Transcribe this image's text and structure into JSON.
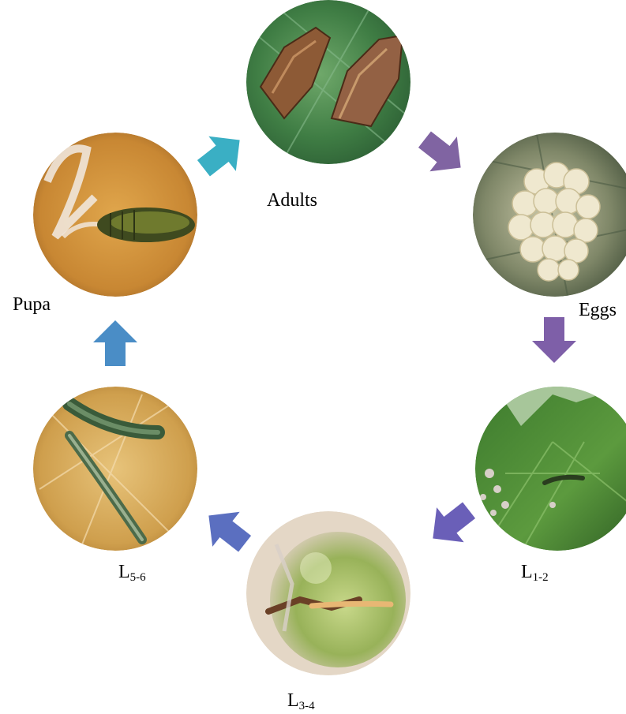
{
  "stages": [
    {
      "key": "adults",
      "label": "Adults",
      "sub": "",
      "photo": "moth-adults-on-leaf"
    },
    {
      "key": "eggs",
      "label": "Eggs",
      "sub": "",
      "photo": "egg-cluster-on-leaf"
    },
    {
      "key": "l12",
      "label": "L",
      "sub": "1-2",
      "photo": "young-larva-on-grape-leaf"
    },
    {
      "key": "l34",
      "label": "L",
      "sub": "3-4",
      "photo": "larva-on-green-grape-berry"
    },
    {
      "key": "l56",
      "label": "L",
      "sub": "5-6",
      "photo": "mature-larvae-on-leaf"
    },
    {
      "key": "pupa",
      "label": "Pupa",
      "sub": "",
      "photo": "pupa-in-silk"
    }
  ],
  "arrows": [
    {
      "from": "pupa",
      "to": "adults",
      "color": "#3AAFC4"
    },
    {
      "from": "adults",
      "to": "eggs",
      "color": "#8064A2"
    },
    {
      "from": "eggs",
      "to": "l12",
      "color": "#7E5FA8"
    },
    {
      "from": "l12",
      "to": "l34",
      "color": "#6A5FB8"
    },
    {
      "from": "l34",
      "to": "l56",
      "color": "#5B6FC0"
    },
    {
      "from": "l56",
      "to": "pupa",
      "color": "#4A8DC6"
    }
  ]
}
